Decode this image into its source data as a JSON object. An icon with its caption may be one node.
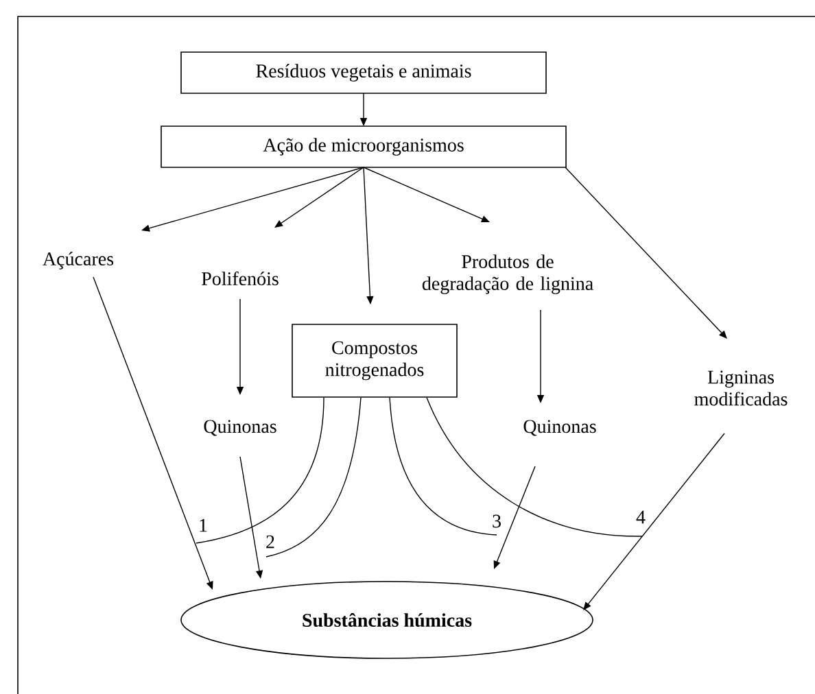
{
  "diagram": {
    "nodes": [
      {
        "text": [
          "Resíduos vegetais e animais"
        ]
      },
      {
        "text": [
          "Ação de microorganismos"
        ]
      },
      {
        "text": [
          "Açúcares"
        ]
      },
      {
        "text": [
          "Polifenóis"
        ]
      },
      {
        "text": [
          "Produtos de degradação de lignina"
        ]
      },
      {
        "text": [
          "Compostos nitrogenados"
        ]
      },
      {
        "text": [
          "Quinonas"
        ]
      },
      {
        "text": [
          "Quinonas"
        ]
      },
      {
        "text": [
          "Ligninas modificadas"
        ]
      },
      {
        "text": [
          "**Substâncias húmicas**"
        ]
      }
    ],
    "edges": [
      {
        "from": 0,
        "to": 1,
        "arrow": "to"
      },
      {
        "from": 1,
        "to": 2,
        "arrow": "to"
      },
      {
        "from": 1,
        "to": 3,
        "arrow": "to"
      },
      {
        "from": 1,
        "to": 5,
        "arrow": "to"
      },
      {
        "from": 1,
        "to": 4,
        "arrow": "to"
      },
      {
        "from": 1,
        "to": 8,
        "arrow": "to"
      },
      {
        "from": 2,
        "to": 9,
        "arrow": "to"
      },
      {
        "from": 3,
        "to": 6,
        "arrow": "to"
      },
      {
        "from": 6,
        "to": 9,
        "arrow": "to"
      },
      {
        "from": 4,
        "to": 7,
        "arrow": "to"
      },
      {
        "from": 7,
        "to": 9,
        "arrow": "to"
      },
      {
        "from": 8,
        "to": 9,
        "arrow": "to"
      },
      {
        "from": 5,
        "to": null,
        "arrow": "none",
        "label": "1"
      },
      {
        "from": 5,
        "to": null,
        "arrow": "none",
        "label": "2"
      },
      {
        "from": 5,
        "to": null,
        "arrow": "none",
        "label": "3"
      },
      {
        "from": 5,
        "to": null,
        "arrow": "none",
        "label": "4"
      }
    ]
  }
}
